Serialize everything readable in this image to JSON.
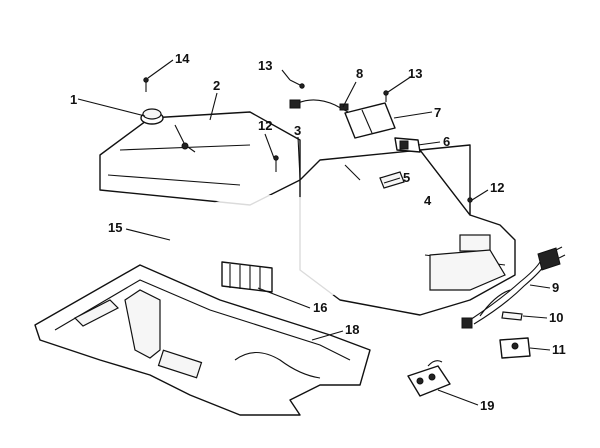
{
  "diagram": {
    "callouts": [
      "1",
      "2",
      "3",
      "4",
      "5",
      "6",
      "7",
      "8",
      "9",
      "10",
      "11",
      "12",
      "12",
      "13",
      "13",
      "14",
      "15",
      "16",
      "18",
      "19"
    ]
  }
}
